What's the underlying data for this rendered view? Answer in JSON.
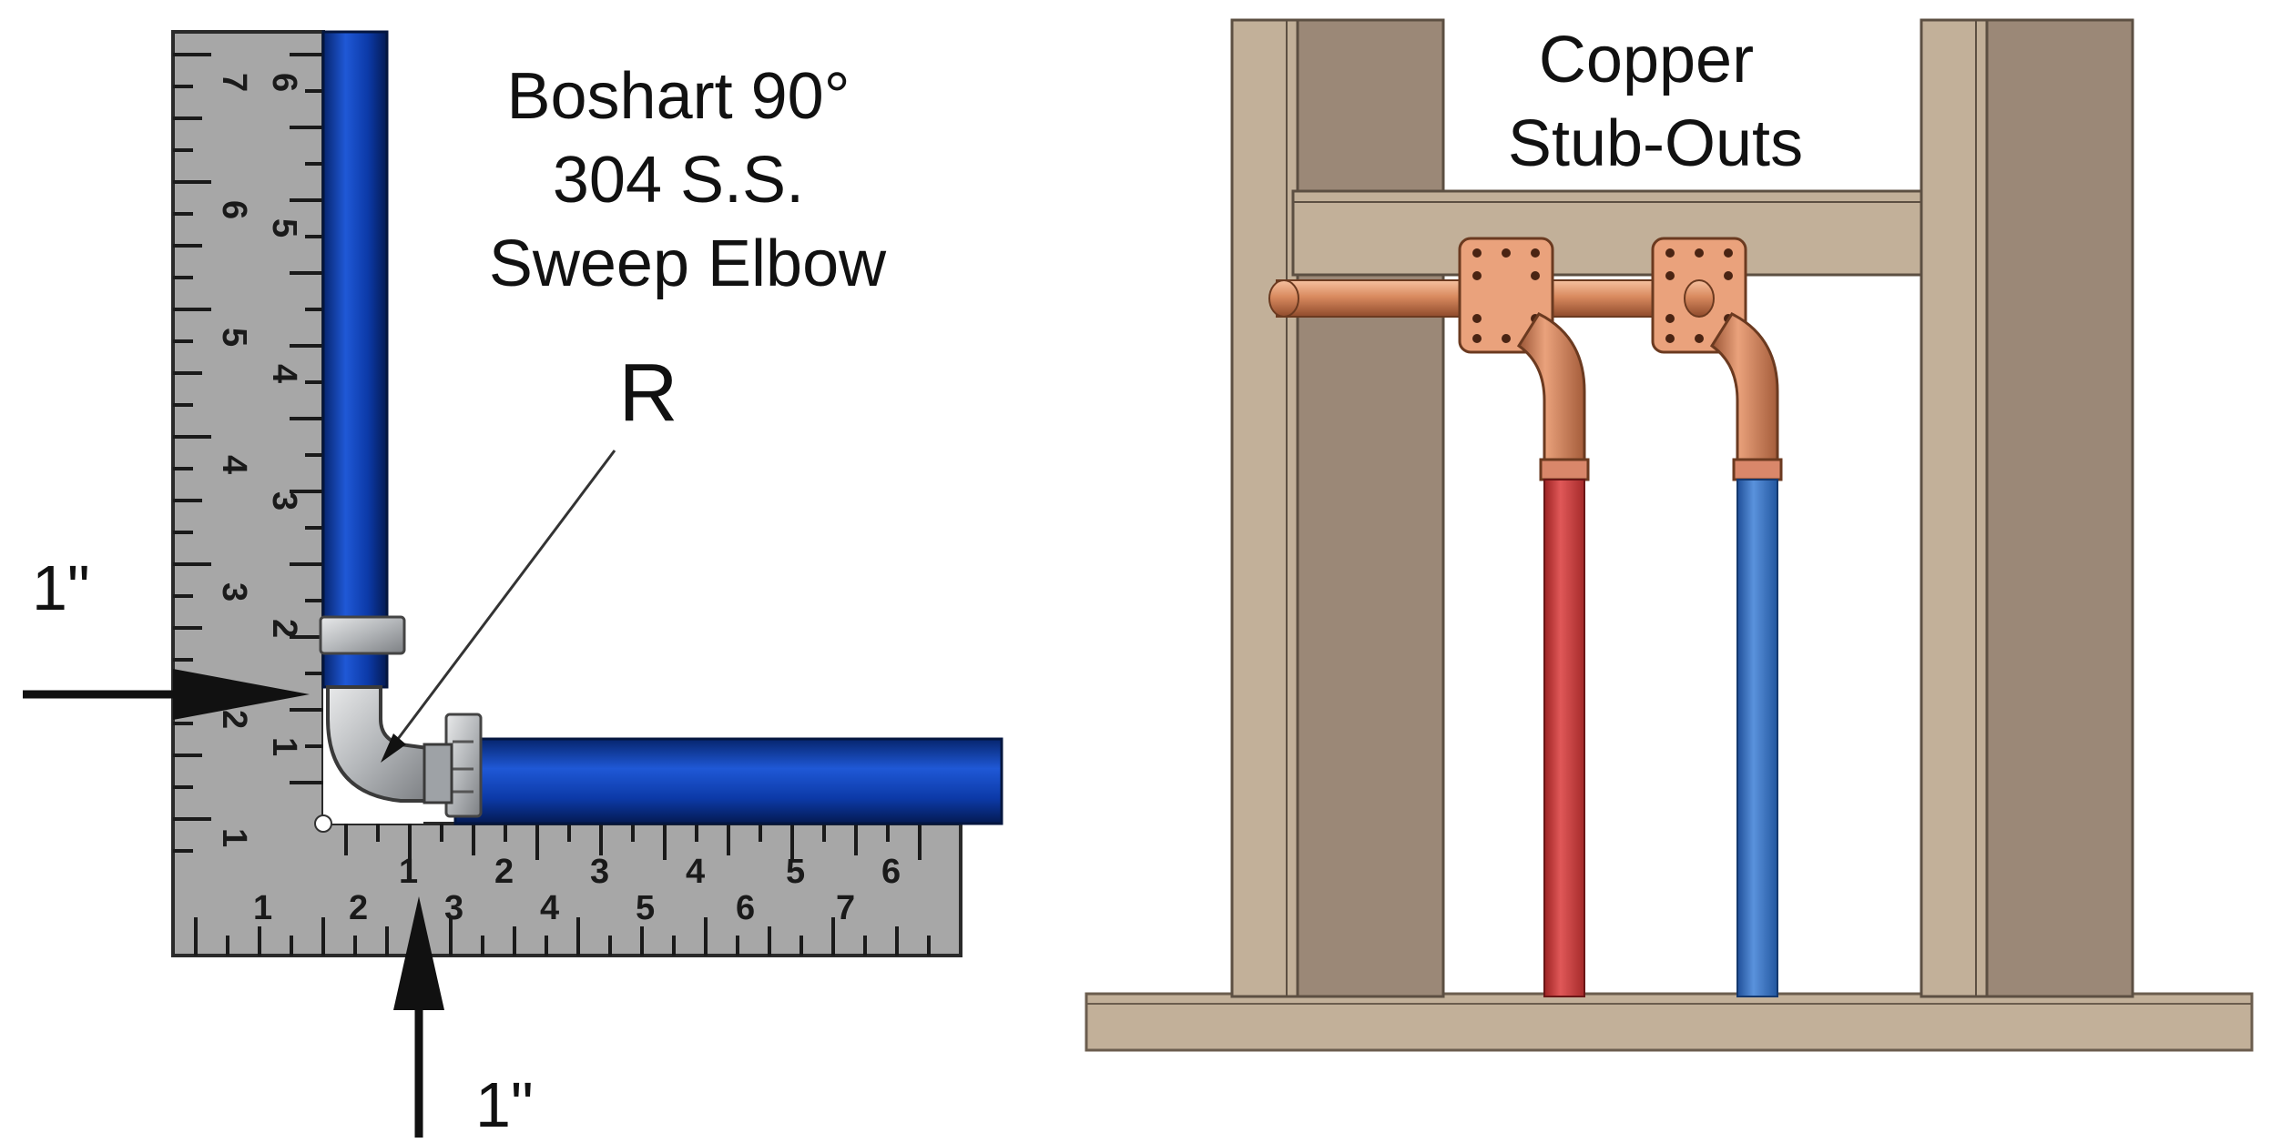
{
  "left_panel": {
    "title_lines": [
      "Boshart 90°",
      "304 S.S.",
      "Sweep Elbow"
    ],
    "radius_label": "R",
    "dim_label_left": "1\"",
    "dim_label_bottom": "1\"",
    "ruler_numbers_bottom_outer": [
      "1",
      "2",
      "3",
      "4",
      "5",
      "6",
      "7"
    ],
    "ruler_numbers_bottom_inner": [
      "1",
      "2",
      "3",
      "4",
      "5",
      "6"
    ],
    "ruler_numbers_vertical_outer": [
      "1",
      "2",
      "3",
      "4",
      "5",
      "6",
      "7"
    ],
    "ruler_numbers_vertical_inner": [
      "1",
      "2",
      "3",
      "4",
      "5",
      "6"
    ],
    "colors": {
      "pex": "#0a3fb8",
      "ruler": "#a7a7a7",
      "steel": "#bfc2c6"
    }
  },
  "right_panel": {
    "title_lines": [
      "Copper",
      "Stub-Outs"
    ],
    "colors": {
      "stud_light": "#c2b099",
      "stud_dark": "#9b8877",
      "copper": "#e39a72",
      "hot": "#d24545",
      "cold": "#3a7acb"
    }
  }
}
